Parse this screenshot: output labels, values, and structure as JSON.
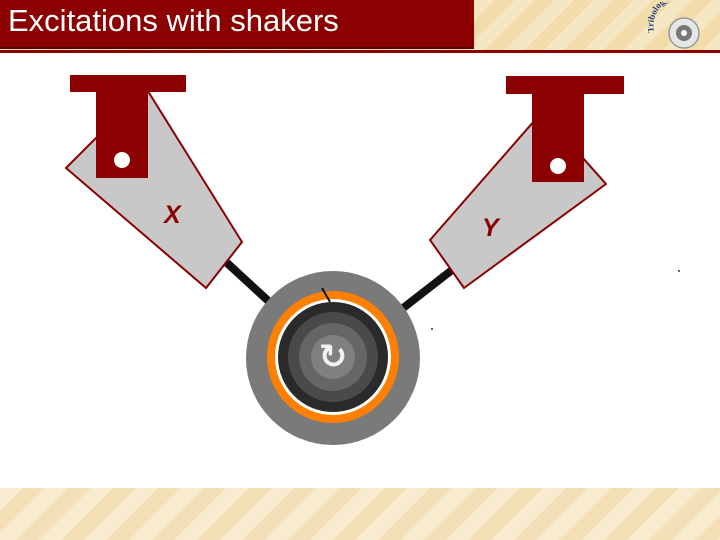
{
  "header": {
    "title": "Excitations with shakers"
  },
  "logo": {
    "text": "Tribology Group"
  },
  "diagram": {
    "shaker_x_label": "X",
    "shaker_y_label": "Y",
    "rotation_symbol": "↻"
  },
  "colors": {
    "mount": "#8b0000",
    "shaker_body": "#c8c8c8",
    "rod": "#111111",
    "bearing_outer": "#7a7a7a",
    "bearing_ring": "#ff8000",
    "shaft": "#444444"
  }
}
